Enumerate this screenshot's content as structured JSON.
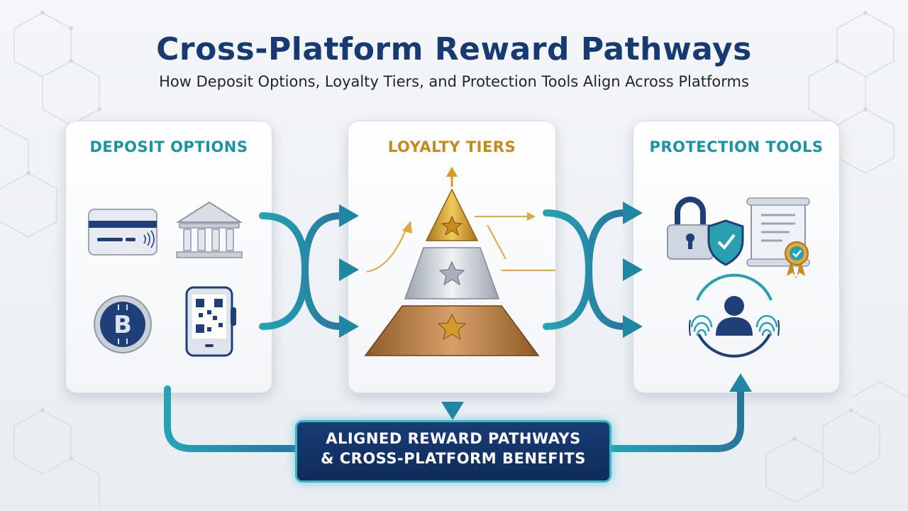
{
  "title": "Cross-Platform Reward Pathways",
  "subtitle": "How Deposit Options, Loyalty Tiers, and Protection Tools Align Across Platforms",
  "panels": {
    "deposit": {
      "title": "DEPOSIT OPTIONS",
      "icons": [
        "credit-card-icon",
        "bank-icon",
        "bitcoin-icon",
        "mobile-wallet-qr-icon"
      ]
    },
    "loyalty": {
      "title": "LOYALTY TIERS",
      "tiers": [
        "gold-tier",
        "silver-tier",
        "bronze-tier"
      ]
    },
    "protection": {
      "title": "PROTECTION TOOLS",
      "icons": [
        "padlock-shield-icon",
        "certificate-icon",
        "biometric-user-icon"
      ]
    }
  },
  "banner": {
    "line1": "ALIGNED REWARD PATHWAYS",
    "line2": "& CROSS-PLATFORM BENEFITS"
  },
  "colors": {
    "title": "#173a73",
    "teal": "#1a93a3",
    "gold": "#c48a1e",
    "navy": "#183c74"
  }
}
